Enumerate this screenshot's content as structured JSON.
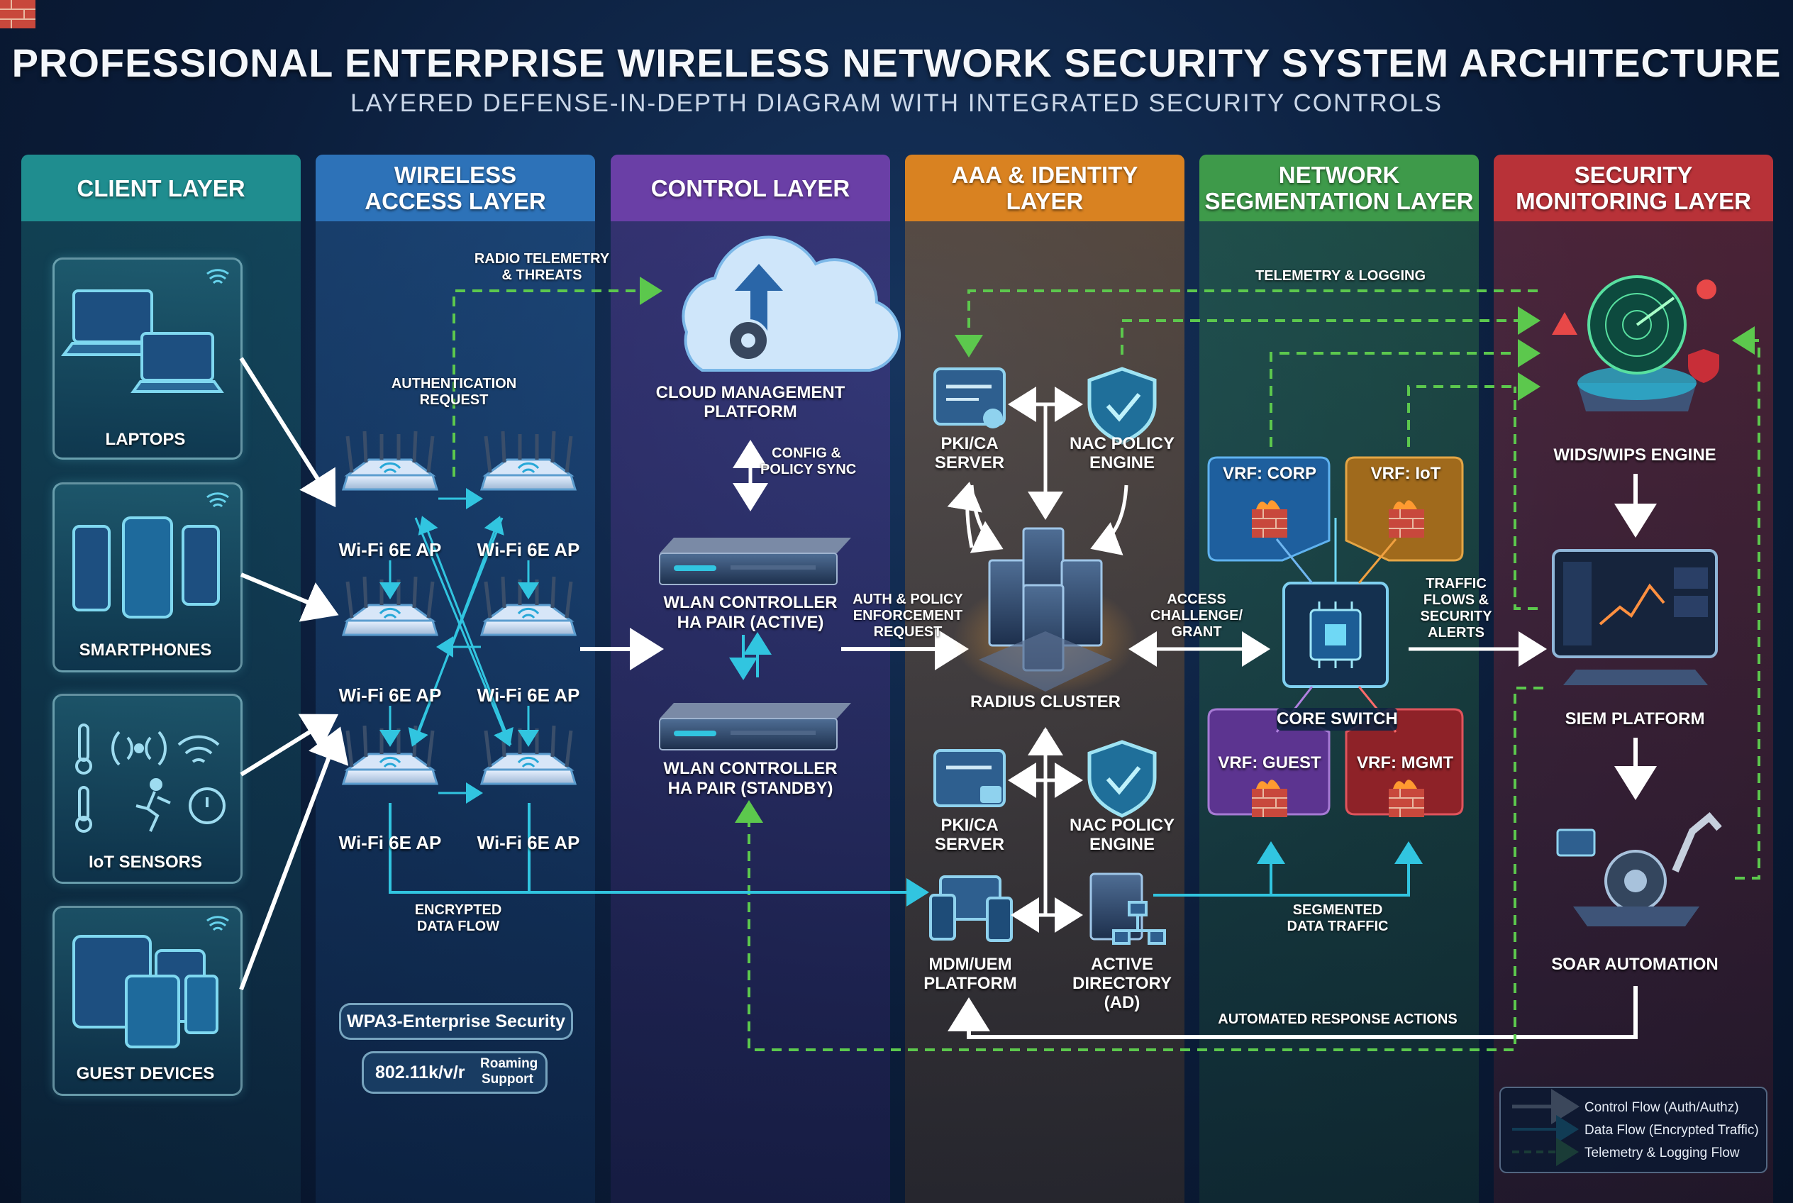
{
  "title": "PROFESSIONAL ENTERPRISE WIRELESS NETWORK SECURITY SYSTEM ARCHITECTURE",
  "subtitle": "LAYERED DEFENSE-IN-DEPTH DIAGRAM WITH INTEGRATED SECURITY CONTROLS",
  "colors": {
    "client": "#1f8d8f",
    "wireless": "#2d72b8",
    "control": "#6a3fa6",
    "aaa": "#d98221",
    "segmentation": "#3e9a4a",
    "monitoring": "#b83238",
    "control_flow": "#ffffff",
    "data_flow": "#31c5e0",
    "telemetry_flow": "#5cc84d"
  },
  "layers": {
    "client": "CLIENT LAYER",
    "wireless": [
      "WIRELESS",
      "ACCESS LAYER"
    ],
    "control": "CONTROL LAYER",
    "aaa": [
      "AAA & IDENTITY",
      "LAYER"
    ],
    "segmentation": [
      "NETWORK",
      "SEGMENTATION LAYER"
    ],
    "monitoring": [
      "SECURITY",
      "MONITORING LAYER"
    ]
  },
  "clients": [
    "LAPTOPS",
    "SMARTPHONES",
    "IoT SENSORS",
    "GUEST DEVICES"
  ],
  "access_points": [
    "Wi-Fi 6E AP",
    "Wi-Fi 6E AP",
    "Wi-Fi 6E AP",
    "Wi-Fi 6E AP",
    "Wi-Fi 6E AP",
    "Wi-Fi 6E AP"
  ],
  "wireless_badges": {
    "wpa3": "WPA3-Enterprise Security",
    "roaming_std": "802.11k/v/r",
    "roaming_1": "Roaming",
    "roaming_2": "Support"
  },
  "control": {
    "cloud": [
      "CLOUD MANAGEMENT",
      "PLATFORM"
    ],
    "config": [
      "CONFIG &",
      "POLICY SYNC"
    ],
    "wlc_active": [
      "WLAN CONTROLLER",
      "HA PAIR (ACTIVE)"
    ],
    "wlc_standby": [
      "WLAN CONTROLLER",
      "HA PAIR (STANDBY)"
    ]
  },
  "aaa": {
    "pki_top": [
      "PKI/CA",
      "SERVER"
    ],
    "nac_top": [
      "NAC POLICY",
      "ENGINE"
    ],
    "radius": "RADIUS CLUSTER",
    "pki_bottom": [
      "PKI/CA",
      "SERVER"
    ],
    "nac_bottom": [
      "NAC POLICY",
      "ENGINE"
    ],
    "mdm": [
      "MDM/UEM",
      "PLATFORM"
    ],
    "ad": [
      "ACTIVE",
      "DIRECTORY",
      "(AD)"
    ]
  },
  "segmentation": {
    "vrf_corp": "VRF: CORP",
    "vrf_iot": "VRF: IoT",
    "vrf_guest": "VRF: GUEST",
    "vrf_mgmt": "VRF: MGMT",
    "core": "CORE SWITCH"
  },
  "monitoring": {
    "wids": "WIDS/WIPS ENGINE",
    "siem": "SIEM PLATFORM",
    "soar": "SOAR AUTOMATION"
  },
  "annotations": {
    "radio_telemetry": [
      "RADIO TELEMETRY",
      "& THREATS"
    ],
    "auth_request": [
      "AUTHENTICATION",
      "REQUEST"
    ],
    "encrypted": [
      "ENCRYPTED",
      "DATA FLOW"
    ],
    "auth_policy": [
      "AUTH & POLICY",
      "ENFORCEMENT",
      "REQUEST"
    ],
    "access_challenge": [
      "ACCESS",
      "CHALLENGE/",
      "GRANT"
    ],
    "traffic_flows": [
      "TRAFFIC",
      "FLOWS &",
      "SECURITY",
      "ALERTS"
    ],
    "telemetry_logging": "TELEMETRY & LOGGING",
    "segmented": [
      "SEGMENTED",
      "DATA TRAFFIC"
    ],
    "automated": "AUTOMATED RESPONSE ACTIONS"
  },
  "legend": {
    "control": "Control Flow (Auth/Authz)",
    "data": "Data Flow (Encrypted Traffic)",
    "telemetry": "Telemetry & Logging Flow"
  }
}
